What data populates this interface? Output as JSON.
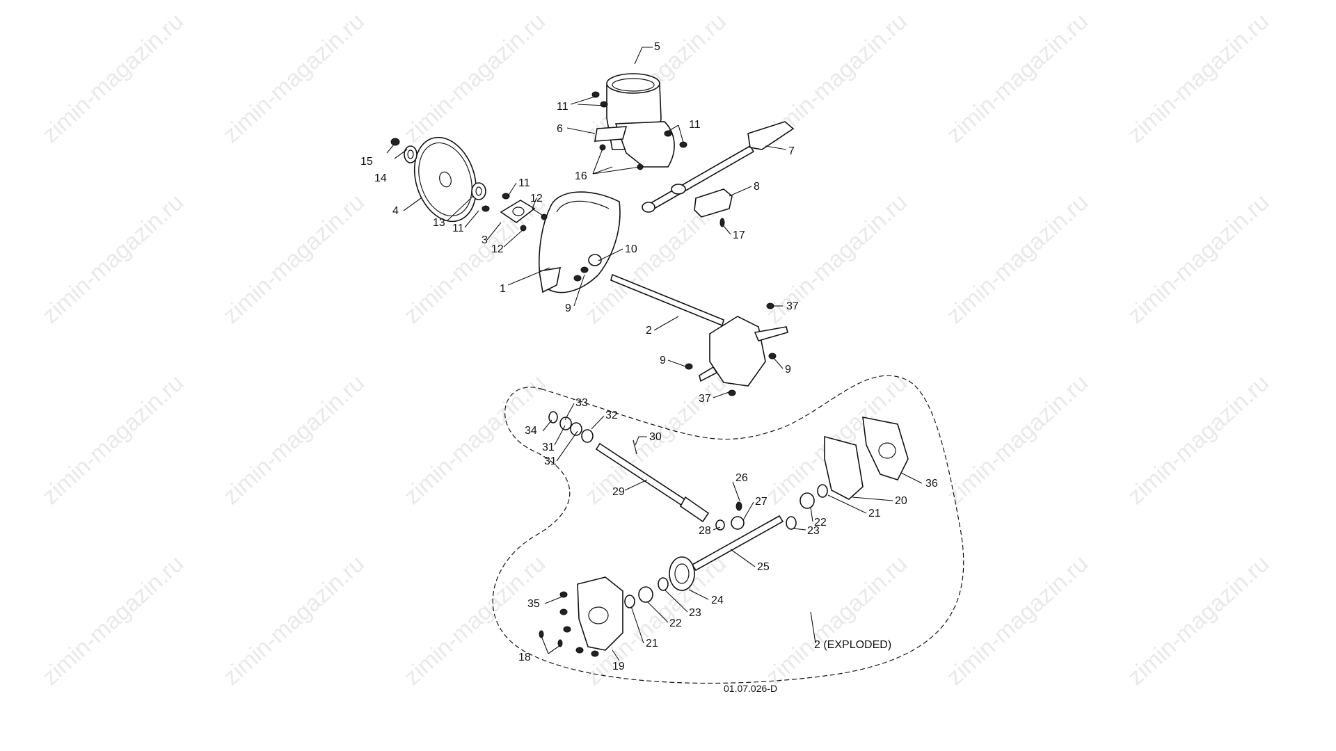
{
  "watermark": "zimin-magazin.ru",
  "diagram_code": "01.07.026-D",
  "exploded_label": "2 (EXPLODED)",
  "callouts": {
    "c1": "1",
    "c2": "2",
    "c2b": "2",
    "c3": "3",
    "c4": "4",
    "c5": "5",
    "c6": "6",
    "c7": "7",
    "c8": "8",
    "c9a": "9",
    "c9b": "9",
    "c9c": "9",
    "c10": "10",
    "c11a": "11",
    "c11b": "11",
    "c11c": "11",
    "c11d": "11",
    "c12a": "12",
    "c12b": "12",
    "c13": "13",
    "c14": "14",
    "c15": "15",
    "c16": "16",
    "c17": "17",
    "c18": "18",
    "c19": "19",
    "c20": "20",
    "c21a": "21",
    "c21b": "21",
    "c22a": "22",
    "c22b": "22",
    "c23a": "23",
    "c23b": "23",
    "c24": "24",
    "c25": "25",
    "c26": "26",
    "c27": "27",
    "c28": "28",
    "c29": "29",
    "c30": "30",
    "c31a": "31",
    "c31b": "31",
    "c32": "32",
    "c33": "33",
    "c34": "34",
    "c35": "35",
    "c36": "36",
    "c37a": "37",
    "c37b": "37"
  }
}
